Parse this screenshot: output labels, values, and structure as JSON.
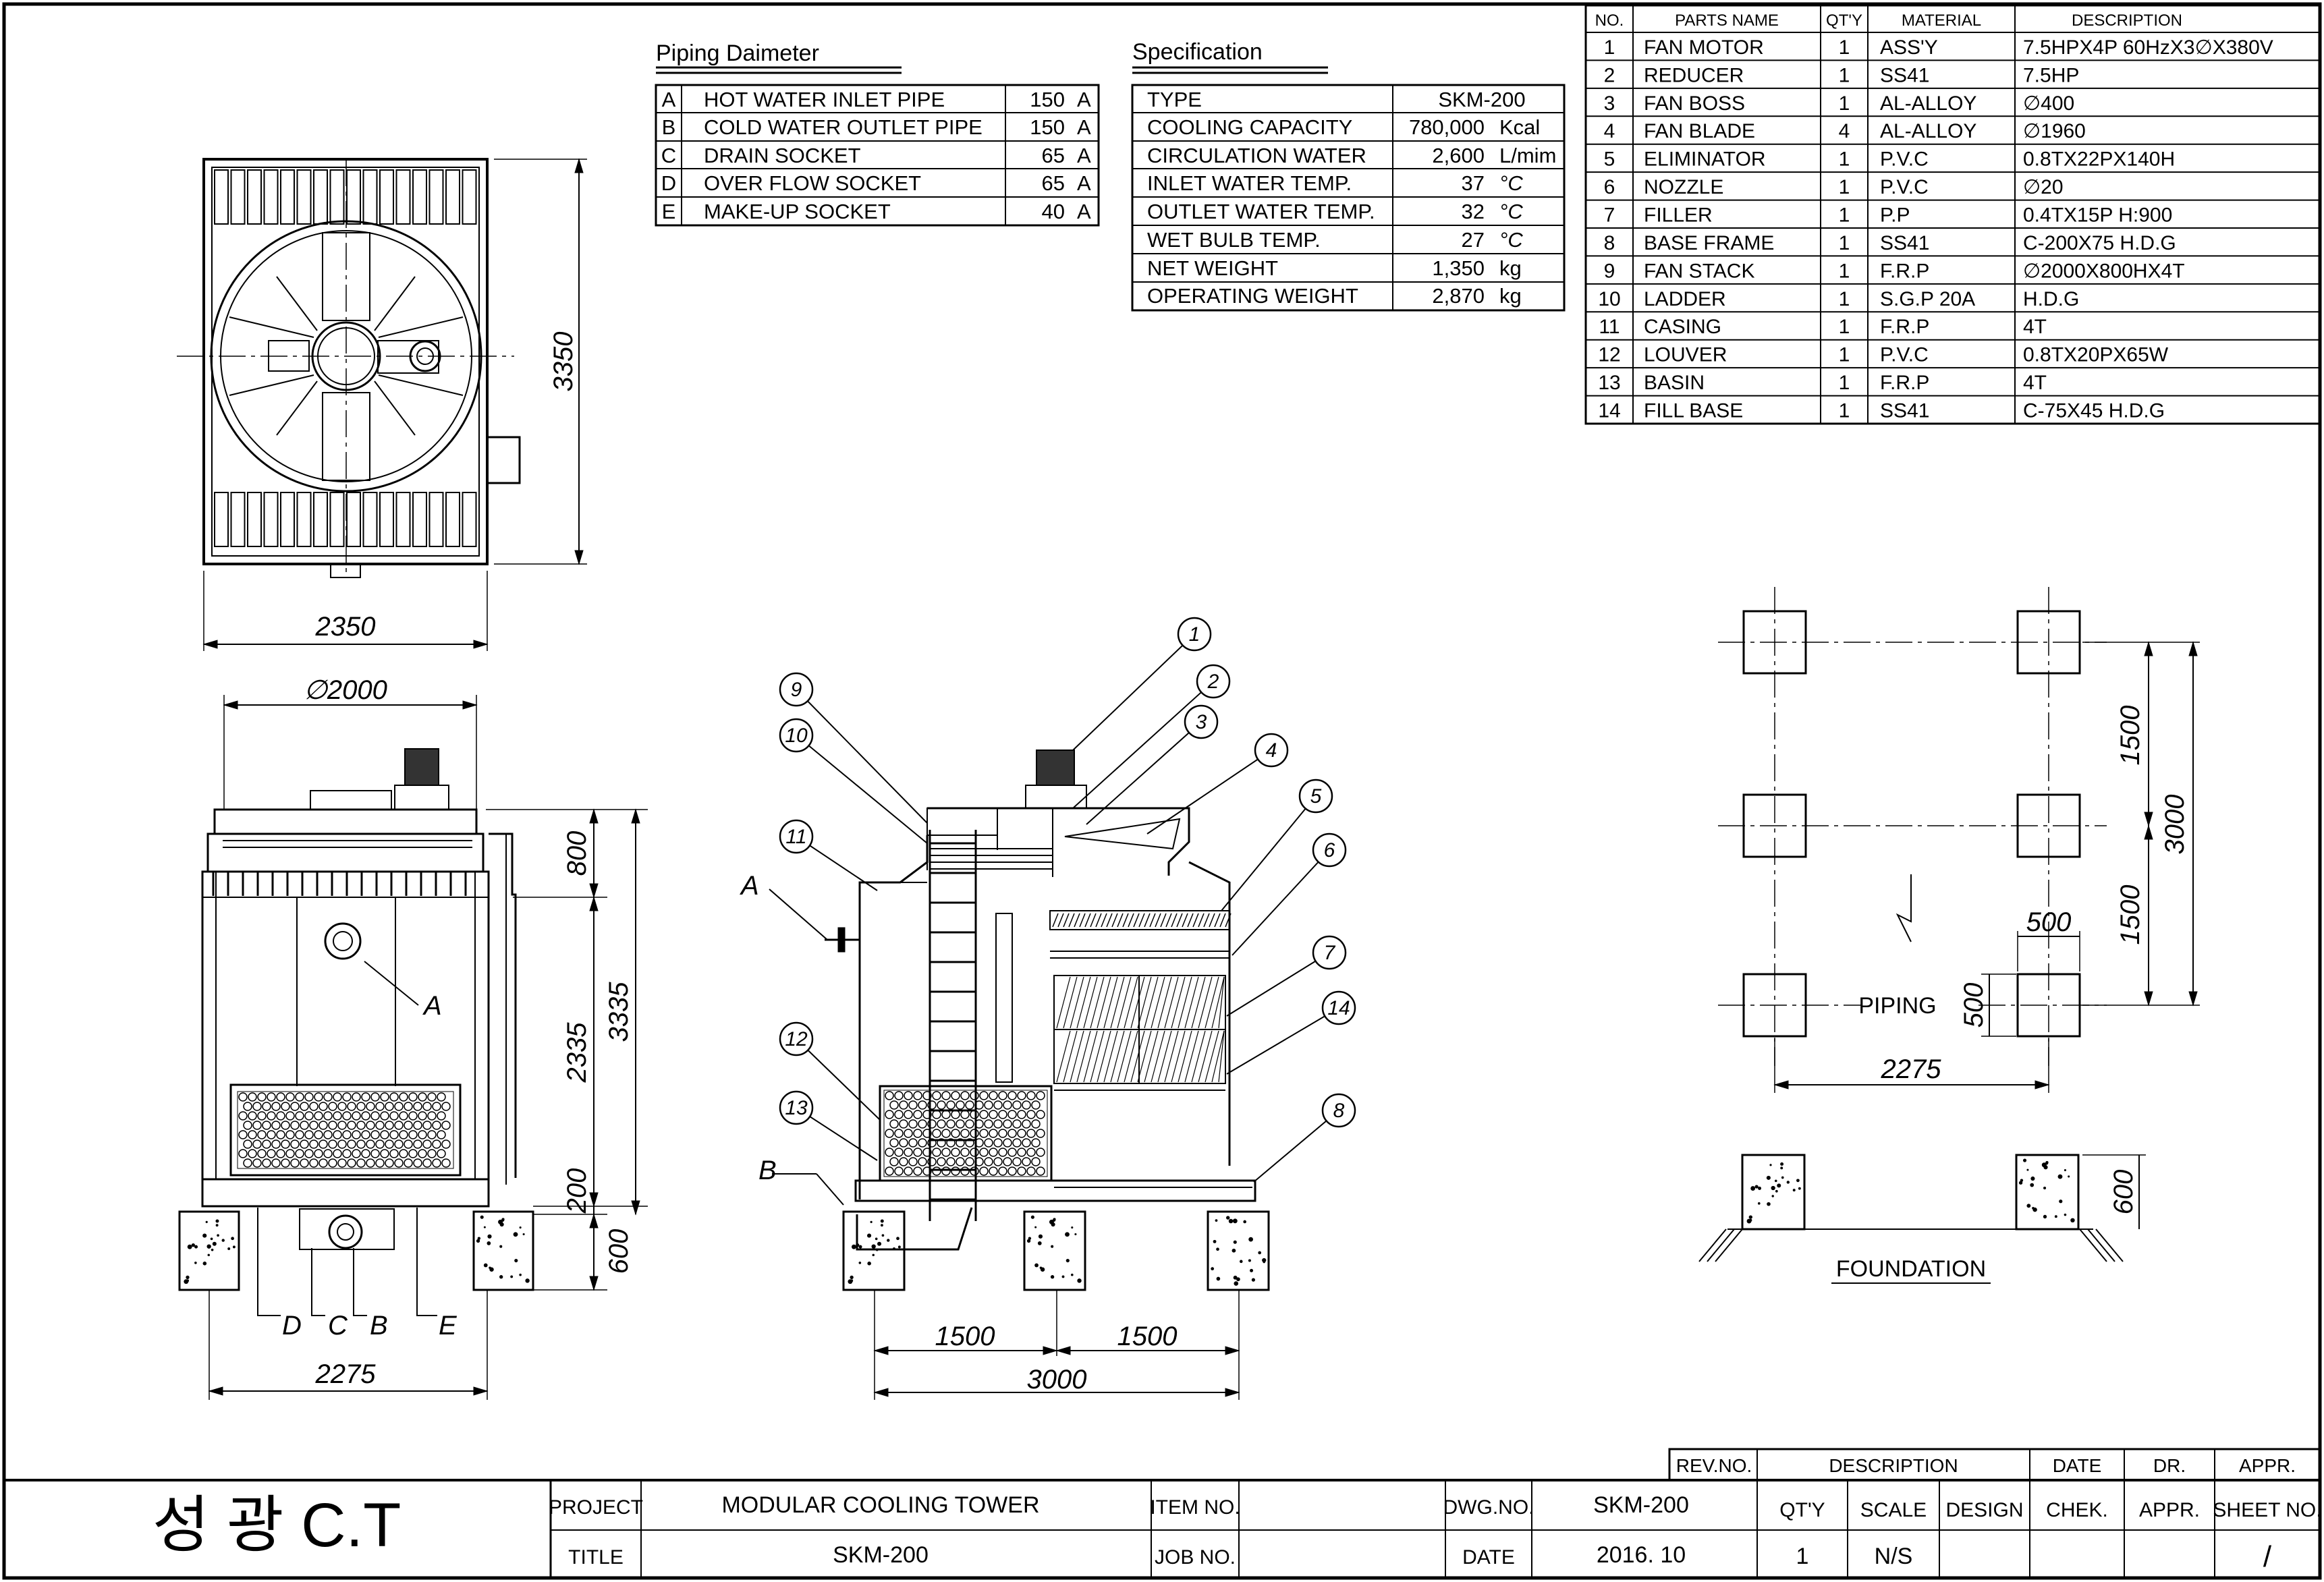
{
  "piping": {
    "title": "Piping Daimeter",
    "rows": [
      {
        "code": "A",
        "name": "HOT WATER INLET PIPE",
        "size": "150",
        "unit": "A"
      },
      {
        "code": "B",
        "name": "COLD WATER OUTLET PIPE",
        "size": "150",
        "unit": "A"
      },
      {
        "code": "C",
        "name": "DRAIN SOCKET",
        "size": "65",
        "unit": "A"
      },
      {
        "code": "D",
        "name": "OVER FLOW SOCKET",
        "size": "65",
        "unit": "A"
      },
      {
        "code": "E",
        "name": "MAKE-UP SOCKET",
        "size": "40",
        "unit": "A"
      }
    ]
  },
  "spec": {
    "title": "Specification",
    "rows": [
      {
        "name": "TYPE",
        "value": "SKM-200",
        "unit": ""
      },
      {
        "name": "COOLING CAPACITY",
        "value": "780,000",
        "unit": "Kcal"
      },
      {
        "name": "CIRCULATION WATER",
        "value": "2,600",
        "unit": "L/mim"
      },
      {
        "name": "INLET WATER TEMP.",
        "value": "37",
        "unit": "°C"
      },
      {
        "name": "OUTLET WATER TEMP.",
        "value": "32",
        "unit": "°C"
      },
      {
        "name": "WET BULB TEMP.",
        "value": "27",
        "unit": "°C"
      },
      {
        "name": "NET WEIGHT",
        "value": "1,350",
        "unit": "kg"
      },
      {
        "name": "OPERATING WEIGHT",
        "value": "2,870",
        "unit": "kg"
      }
    ]
  },
  "parts": {
    "headers": [
      "NO.",
      "PARTS NAME",
      "QT'Y",
      "MATERIAL",
      "DESCRIPTION"
    ],
    "rows": [
      {
        "no": "1",
        "name": "FAN MOTOR",
        "qty": "1",
        "material": "ASS'Y",
        "desc": "7.5HPX4P   60HzX3∅X380V"
      },
      {
        "no": "2",
        "name": "REDUCER",
        "qty": "1",
        "material": "SS41",
        "desc": "7.5HP"
      },
      {
        "no": "3",
        "name": "FAN BOSS",
        "qty": "1",
        "material": "AL-ALLOY",
        "desc": "∅400"
      },
      {
        "no": "4",
        "name": "FAN BLADE",
        "qty": "4",
        "material": "AL-ALLOY",
        "desc": "∅1960"
      },
      {
        "no": "5",
        "name": "ELIMINATOR",
        "qty": "1",
        "material": "P.V.C",
        "desc": "0.8TX22PX140H"
      },
      {
        "no": "6",
        "name": "NOZZLE",
        "qty": "1",
        "material": "P.V.C",
        "desc": "∅20"
      },
      {
        "no": "7",
        "name": "FILLER",
        "qty": "1",
        "material": "P.P",
        "desc": "0.4TX15P   H:900"
      },
      {
        "no": "8",
        "name": "BASE FRAME",
        "qty": "1",
        "material": "SS41",
        "desc": "C-200X75   H.D.G"
      },
      {
        "no": "9",
        "name": "FAN STACK",
        "qty": "1",
        "material": "F.R.P",
        "desc": "∅2000X800HX4T"
      },
      {
        "no": "10",
        "name": "LADDER",
        "qty": "1",
        "material": "S.G.P 20A",
        "desc": "H.D.G"
      },
      {
        "no": "11",
        "name": "CASING",
        "qty": "1",
        "material": "F.R.P",
        "desc": "4T"
      },
      {
        "no": "12",
        "name": "LOUVER",
        "qty": "1",
        "material": "P.V.C",
        "desc": "0.8TX20PX65W"
      },
      {
        "no": "13",
        "name": "BASIN",
        "qty": "1",
        "material": "F.R.P",
        "desc": "4T"
      },
      {
        "no": "14",
        "name": "FILL BASE",
        "qty": "1",
        "material": "SS41",
        "desc": "C-75X45       H.D.G"
      }
    ]
  },
  "dims": {
    "plan_width": "2350",
    "plan_height": "3350",
    "fan_dia": "∅2000",
    "h800": "800",
    "h2335": "2335",
    "h3335": "3335",
    "h200": "200",
    "h600": "600",
    "front_width": "2275",
    "side_1500a": "1500",
    "side_1500b": "1500",
    "side_3000": "3000",
    "fnd_1500a": "1500",
    "fnd_3000": "3000",
    "fnd_1500b": "1500",
    "fnd_500a": "500",
    "fnd_500b": "500",
    "fnd_2275": "2275",
    "fnd_600": "600"
  },
  "labels": {
    "piping_word": "PIPING",
    "foundation": "FOUNDATION",
    "front_A": "A",
    "front_B": "B",
    "front_C": "C",
    "front_D": "D",
    "front_E": "E",
    "side_A": "A",
    "side_B": "B"
  },
  "balloons": [
    "1",
    "2",
    "3",
    "4",
    "5",
    "6",
    "7",
    "8",
    "9",
    "10",
    "11",
    "12",
    "13",
    "14"
  ],
  "title_block": {
    "company": "성  광  C.T",
    "project_label": "PROJECT",
    "project": "MODULAR COOLING TOWER",
    "title_label": "TITLE",
    "title": "SKM-200",
    "item_no_label": "ITEM NO.",
    "job_no_label": "JOB NO.",
    "dwg_no_label": "DWG.NO.",
    "dwg_no": "SKM-200",
    "date_label": "DATE",
    "date": "2016. 10",
    "rev_no": "REV.NO.",
    "rev_desc": "DESCRIPTION",
    "rev_date": "DATE",
    "rev_dr": "DR.",
    "rev_appr": "APPR.",
    "qty_label": "QT'Y",
    "qty": "1",
    "scale_label": "SCALE",
    "scale": "N/S",
    "design": "DESIGN",
    "chek": "CHEK.",
    "appr": "APPR.",
    "sheet": "SHEET NO.",
    "sheet_val": "/"
  }
}
